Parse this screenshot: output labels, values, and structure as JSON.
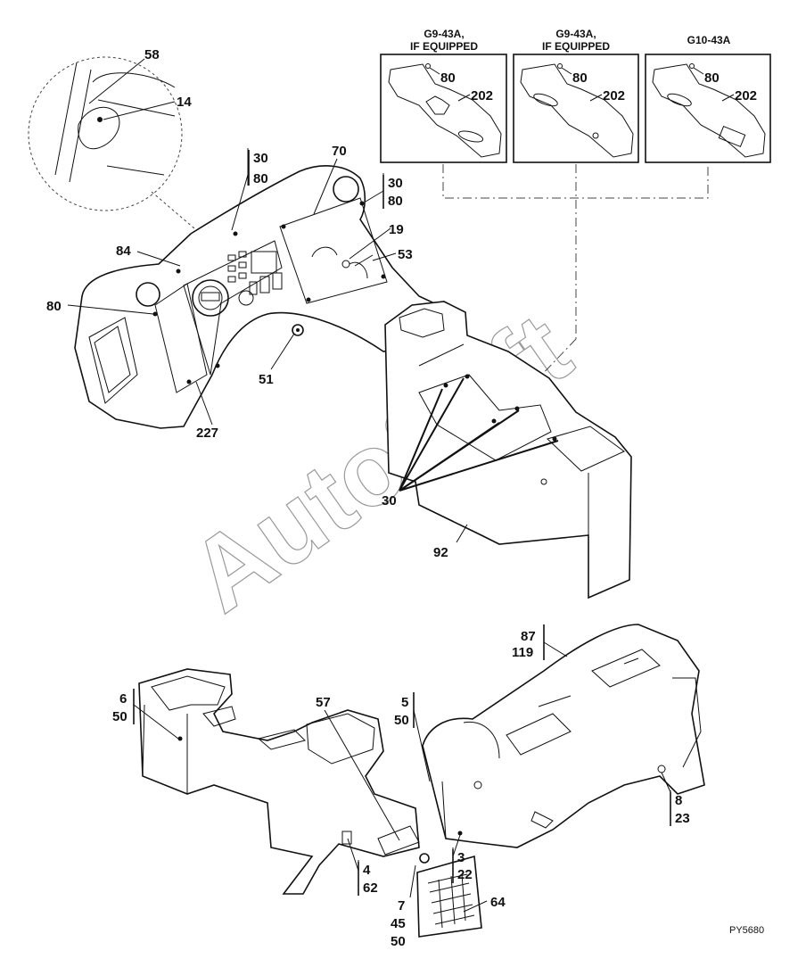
{
  "variants": [
    {
      "title_line1": "G9-43A,",
      "title_line2": "IF EQUIPPED",
      "bolt_ref": "80",
      "plate_ref": "202"
    },
    {
      "title_line1": "G9-43A,",
      "title_line2": "IF EQUIPPED",
      "bolt_ref": "80",
      "plate_ref": "202"
    },
    {
      "title_line1": "G10-43A",
      "title_line2": "",
      "bolt_ref": "80",
      "plate_ref": "202"
    }
  ],
  "callouts_upper": {
    "c58": "58",
    "c14": "14",
    "c30a": "30",
    "c80a": "80",
    "c70": "70",
    "c30b": "30",
    "c80b": "80",
    "c19": "19",
    "c53": "53",
    "c84": "84",
    "c80c": "80",
    "c51": "51",
    "c227": "227",
    "c30c": "30",
    "c92": "92"
  },
  "callouts_lower": {
    "c87": "87",
    "c119": "119",
    "c6": "6",
    "c50a": "50",
    "c57": "57",
    "c5": "5",
    "c50b": "50",
    "c8": "8",
    "c23": "23",
    "c3": "3",
    "c22": "22",
    "c4": "4",
    "c62": "62",
    "c7": "7",
    "c45": "45",
    "c50c": "50",
    "c64": "64"
  },
  "figure_code": "PY5680",
  "watermark": "AutoSoft"
}
